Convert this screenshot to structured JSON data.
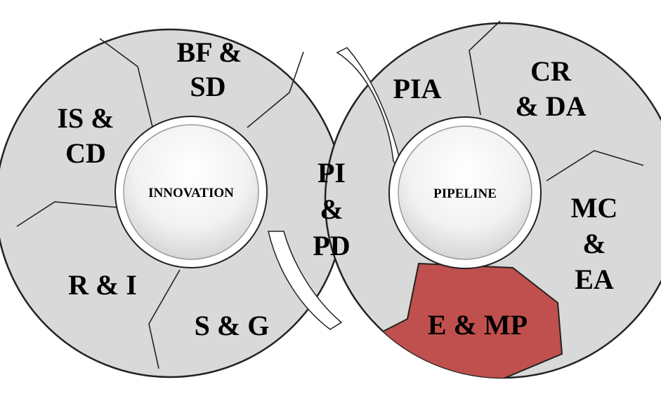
{
  "colors": {
    "segment": "#d9d9d9",
    "highlight": "#c0504d",
    "outline": "#222222",
    "hub_light": "#ffffff",
    "hub_dark": "#d4d4d4"
  },
  "innovation": {
    "hub": "INNOVATION",
    "segments": {
      "bf_sd": [
        "BF &",
        "SD"
      ],
      "is_cd": [
        "IS &",
        "CD"
      ],
      "r_i": [
        "R & I"
      ],
      "s_g": [
        "S & G"
      ],
      "pi_pd": [
        "PI",
        "&",
        "PD"
      ]
    }
  },
  "pipeline": {
    "hub": "PIPELINE",
    "segments": {
      "pia": [
        "PIA"
      ],
      "cr_da": [
        "CR",
        "& DA"
      ],
      "mc_ea": [
        "MC",
        "&",
        "EA"
      ],
      "e_mp": [
        "E & MP"
      ]
    },
    "highlighted": "e_mp"
  }
}
